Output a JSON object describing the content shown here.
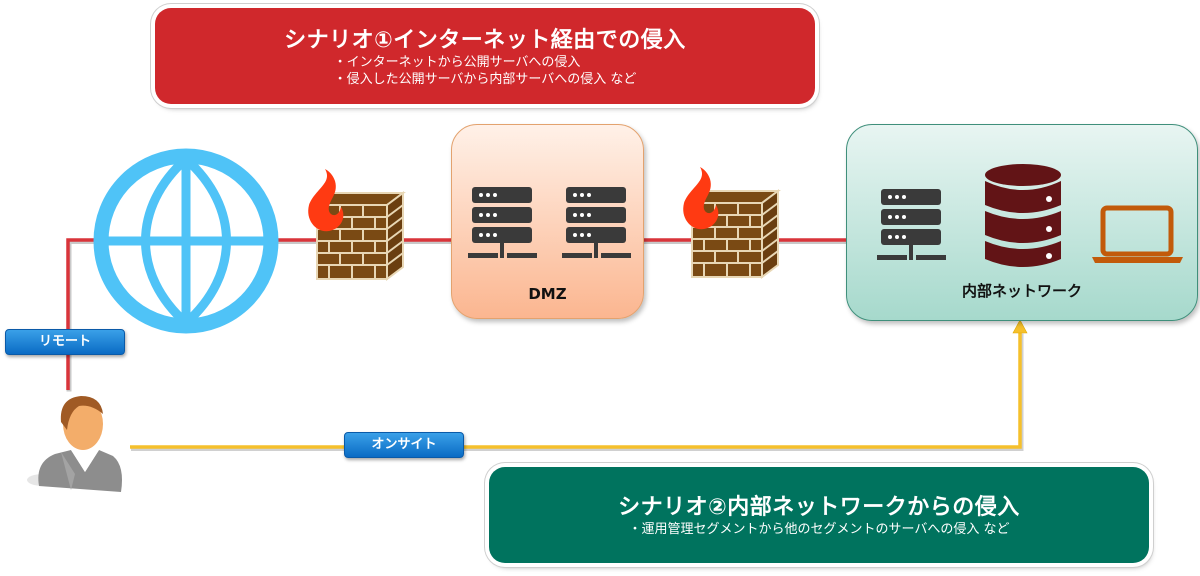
{
  "scenario1": {
    "title": "シナリオ①インターネット経由での侵入",
    "bullets": [
      "・インターネットから公開サーバへの侵入",
      "・侵入した公開サーバから内部サーバへの侵入 など"
    ],
    "color": "#d0282c"
  },
  "scenario2": {
    "title": "シナリオ②内部ネットワークからの侵入",
    "bullets": [
      "・運用管理セグメントから他のセグメントのサーバへの侵入 など"
    ],
    "color": "#00735e"
  },
  "zones": {
    "dmz": {
      "label": "DMZ",
      "icons": [
        "server-icon",
        "server-icon"
      ]
    },
    "internal": {
      "label": "内部ネットワーク",
      "icons": [
        "server-icon",
        "database-icon",
        "laptop-icon"
      ]
    }
  },
  "nodes": {
    "internet": {
      "icon": "globe-icon"
    },
    "firewall_outer": {
      "icon": "firewall-icon"
    },
    "firewall_inner": {
      "icon": "firewall-icon"
    },
    "user": {
      "icon": "user-icon"
    }
  },
  "connections": {
    "remote": {
      "label": "リモート",
      "color": "#d9343a"
    },
    "onsite": {
      "label": "オンサイト",
      "color": "#f5c02c"
    }
  }
}
